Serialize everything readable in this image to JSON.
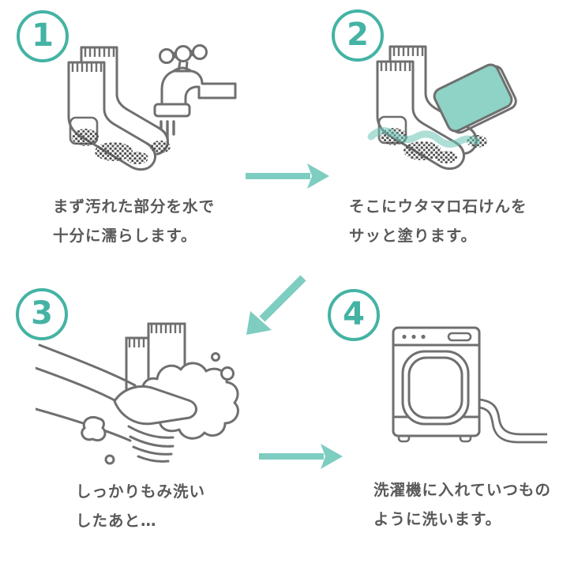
{
  "colors": {
    "accent_teal": "#44b3a4",
    "arrow_teal": "#7ecdc1",
    "soap_fill": "#8ed3c5",
    "line_gray": "#6f6f6f",
    "text_gray": "#595959",
    "background": "#ffffff"
  },
  "steps": [
    {
      "number": "1",
      "icon": "socks-under-faucet-icon",
      "caption_line1": "まず汚れた部分を水で",
      "caption_line2": "十分に濡らします。"
    },
    {
      "number": "2",
      "icon": "sock-soap-apply-icon",
      "caption_line1": "そこにウタマロ石けんを",
      "caption_line2": "サッと塗ります。"
    },
    {
      "number": "3",
      "icon": "hand-washing-icon",
      "caption_line1": "しっかりもみ洗い",
      "caption_line2": "したあと…"
    },
    {
      "number": "4",
      "icon": "washing-machine-icon",
      "caption_line1": "洗濯機に入れていつもの",
      "caption_line2": "ように洗います。"
    }
  ],
  "arrows": [
    {
      "name": "arrow-step1-to-step2",
      "direction": "right"
    },
    {
      "name": "arrow-step2-to-step3",
      "direction": "down-left"
    },
    {
      "name": "arrow-step3-to-step4",
      "direction": "right"
    }
  ]
}
